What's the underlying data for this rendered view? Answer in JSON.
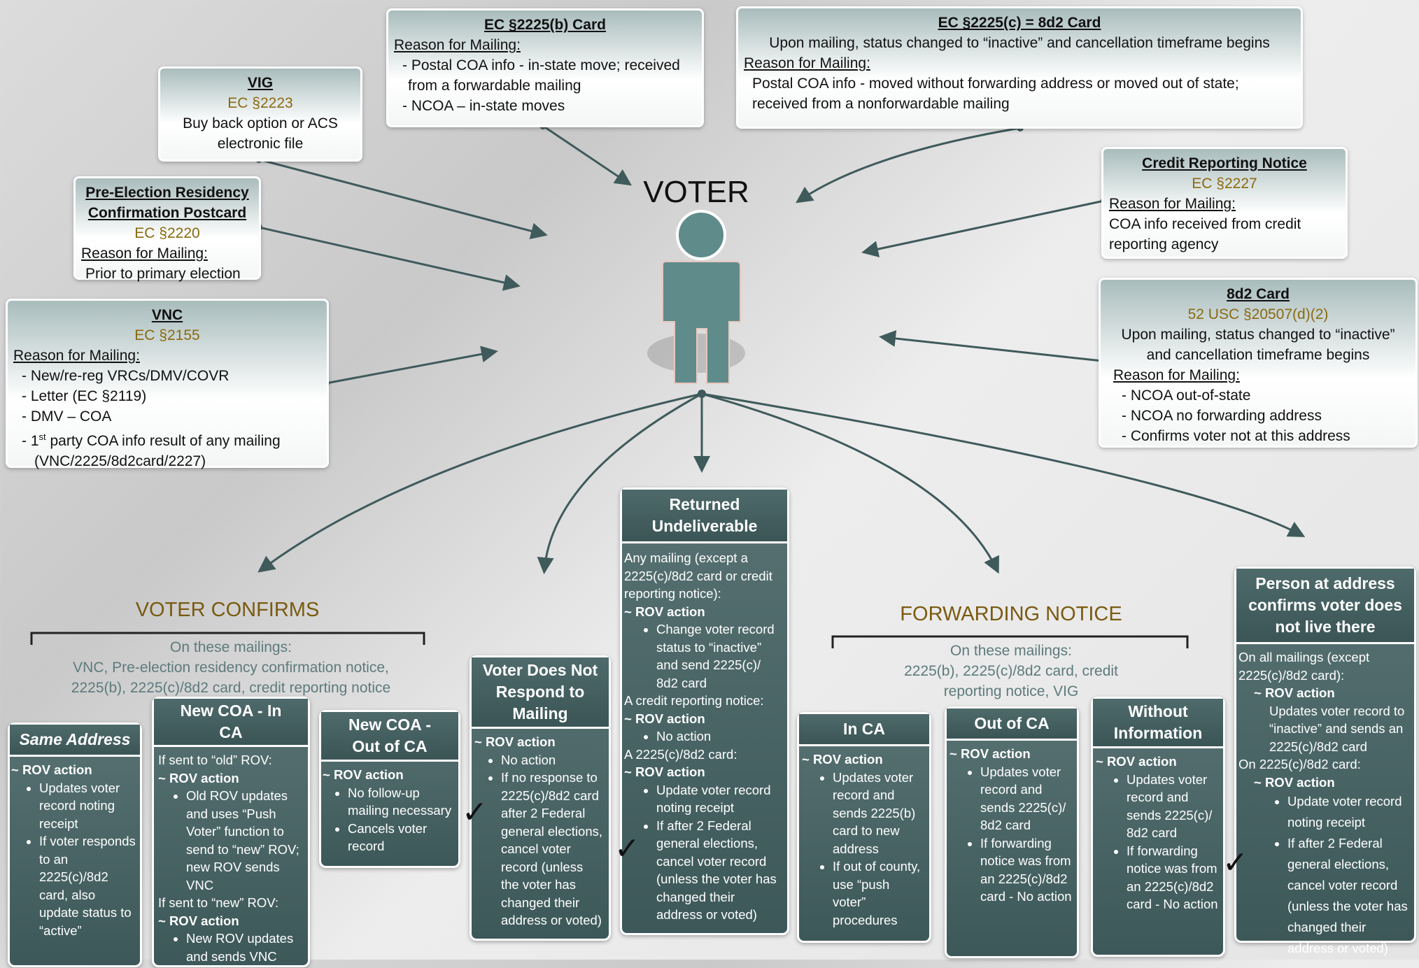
{
  "voter_title": "VOTER",
  "cards": {
    "ec2225b": {
      "title": "EC §2225(b) Card",
      "reason_label": "Reason for Mailing:",
      "lines": [
        "- Postal COA info - in-state move; received",
        "from a forwardable mailing",
        "- NCOA – in-state moves"
      ]
    },
    "ec2225c": {
      "title": "EC §2225(c) = 8d2 Card",
      "status_line": "Upon mailing, status changed to “inactive” and cancellation timeframe begins",
      "reason_label": "Reason for Mailing:",
      "lines": [
        "Postal COA info - moved without forwarding address or moved out of state;",
        "received from a nonforwardable mailing"
      ]
    },
    "vig": {
      "title": "VIG",
      "section": "EC §2223",
      "lines": [
        "Buy back option or ACS",
        "electronic file"
      ]
    },
    "preelection": {
      "title_line1": "Pre-Election Residency",
      "title_line2": "Confirmation Postcard",
      "section": "EC §2220",
      "reason_label": "Reason for Mailing:",
      "lines": [
        "Prior to primary election"
      ]
    },
    "vnc": {
      "title": "VNC",
      "section": "EC §2155",
      "reason_label": "Reason for Mailing:",
      "lines": [
        "- New/re-reg VRCs/DMV/COVR",
        "- Letter (EC §2119)",
        "- DMV – COA"
      ],
      "first_prefix": "- 1",
      "first_sup": "st",
      "first_rest": " party COA info result of any mailing",
      "last_line": "(VNC/2225/8d2card/2227)"
    },
    "credit": {
      "title": "Credit Reporting Notice",
      "section": "EC §2227",
      "reason_label": "Reason for Mailing:",
      "lines": [
        "COA info received from credit",
        "reporting agency"
      ]
    },
    "card8d2": {
      "title": "8d2 Card",
      "section": "52 USC §20507(d)(2)",
      "status_lines": [
        "Upon mailing, status changed to “inactive”",
        "and cancellation timeframe begins"
      ],
      "reason_label": "Reason for Mailing:",
      "lines": [
        "- NCOA out-of-state",
        "- NCOA no forwarding address",
        "- Confirms voter not at this address"
      ]
    }
  },
  "groups": {
    "confirms": {
      "title": "VOTER CONFIRMS",
      "sub1": "On these mailings:",
      "sub2": "VNC, Pre-election residency confirmation notice,",
      "sub3": "2225(b), 2225(c)/8d2 card, credit reporting notice"
    },
    "forwarding": {
      "title": "FORWARDING NOTICE",
      "sub1": "On these mailings:",
      "sub2": "2225(b), 2225(c)/8d2 card, credit",
      "sub3": "reporting notice, VIG"
    }
  },
  "boxes": {
    "same_address": {
      "header": "Same Address",
      "action": "~ ROV action",
      "items": [
        "Updates voter record noting receipt",
        "If voter responds to an 2225(c)/8d2 card, also update status to “active”"
      ]
    },
    "new_coa_in_ca": {
      "header": "New COA - In CA",
      "p1": "If sent to “old” ROV:",
      "action1": "~ ROV action",
      "items1": [
        "Old ROV updates and uses “Push Voter” function to send to “new” ROV; new ROV sends VNC"
      ],
      "p2": "If sent to “new” ROV:",
      "action2": "~ ROV action",
      "items2": [
        "New ROV updates and sends VNC"
      ]
    },
    "new_coa_out_ca": {
      "header": "New COA - Out of CA",
      "action": "~ ROV action",
      "items": [
        "No follow-up mailing necessary",
        "Cancels voter record"
      ]
    },
    "no_respond": {
      "header": "Voter Does Not Respond to Mailing",
      "action": "~ ROV action",
      "items": [
        "No action",
        "If no response to 2225(c)/8d2 card after 2 Federal general elections, cancel voter record (unless the voter has changed their address or voted)"
      ]
    },
    "returned": {
      "header": "Returned Undeliverable",
      "p1": "Any mailing (except a 2225(c)/8d2 card or credit reporting notice):",
      "action1": "~ ROV action",
      "items1": [
        "Change voter record status to “inactive” and send 2225(c)/ 8d2 card"
      ],
      "p2": "A credit reporting notice:",
      "action2": "~ ROV action",
      "items2": [
        "No action"
      ],
      "p3": "A 2225(c)/8d2 card:",
      "action3": "~ ROV action",
      "items3": [
        "Update voter record noting receipt",
        "If after 2 Federal general elections, cancel voter record (unless the voter has changed their address or voted)"
      ]
    },
    "in_ca": {
      "header": "In CA",
      "action": "~ ROV action",
      "items": [
        "Updates voter record and sends 2225(b) card to new address",
        "If out of county, use “push voter” procedures"
      ]
    },
    "out_of_ca": {
      "header": "Out of CA",
      "action": "~ ROV action",
      "items": [
        "Updates voter record and sends 2225(c)/ 8d2 card",
        "If forwarding notice was from an 2225(c)/8d2 card - No action"
      ]
    },
    "without_info": {
      "header": "Without Information",
      "action": "~ ROV action",
      "items": [
        "Updates voter record and sends 2225(c)/ 8d2 card",
        "If forwarding notice was from an 2225(c)/8d2 card - No action"
      ]
    },
    "person_at_address": {
      "header": "Person at address confirms voter does not live there",
      "p1": "On all mailings (except 2225(c)/8d2 card):",
      "action1": "~ ROV action",
      "text1": "Updates voter record to “inactive” and sends an  2225(c)/8d2 card",
      "p2": "On 2225(c)/8d2 card:",
      "action2": "~ ROV action",
      "items2": [
        "Update voter record noting receipt",
        "If after 2 Federal general elections, cancel voter record (unless the voter has changed their address or voted)"
      ]
    }
  },
  "check_glyph": "✓",
  "colors": {
    "box_fill": "#4a6566",
    "card_header": "#a9bcbc",
    "section_text": "#8a6a10",
    "group_title": "#7a5a10",
    "arrow": "#3f5a5b",
    "person": "#5f8b8b"
  }
}
